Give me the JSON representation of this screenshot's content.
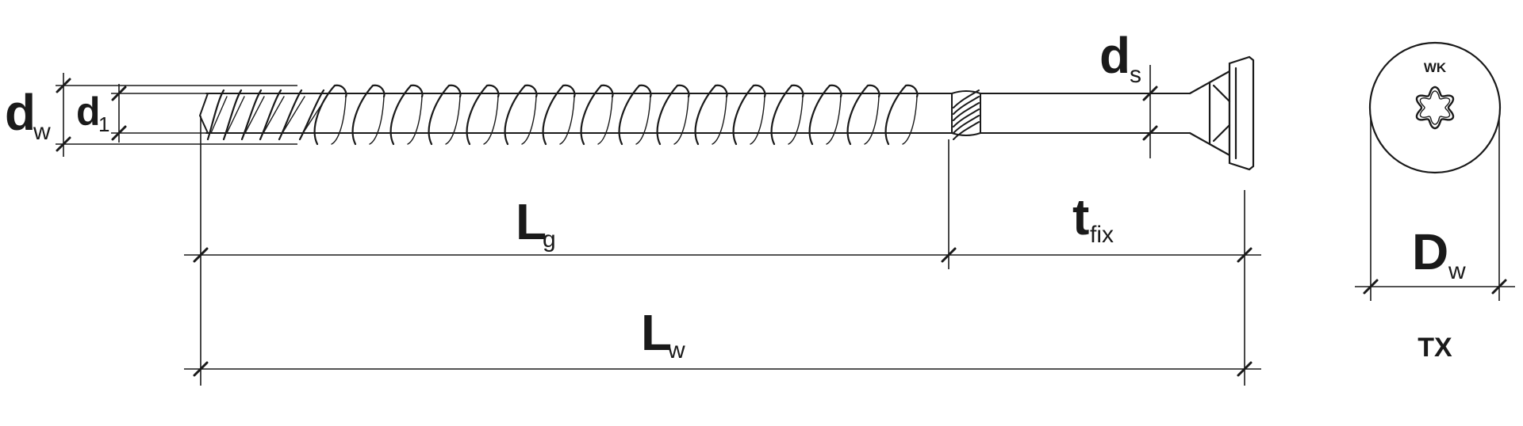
{
  "diagram": {
    "labels": {
      "dw": {
        "main": "d",
        "sub": "w"
      },
      "d1": {
        "main": "d",
        "sub": "1"
      },
      "ds": {
        "main": "d",
        "sub": "s"
      },
      "lg": {
        "main": "L",
        "sub": "g"
      },
      "tfix": {
        "main": "t",
        "sub": "fix"
      },
      "lw": {
        "main": "L",
        "sub": "w"
      },
      "Dw": {
        "main": "D",
        "sub": "w"
      }
    },
    "head_marking": "WK",
    "drive_type": "TX",
    "colors": {
      "line": "#1a1a1a",
      "fill": "#ffffff",
      "extension": "#4a4a4a"
    }
  }
}
